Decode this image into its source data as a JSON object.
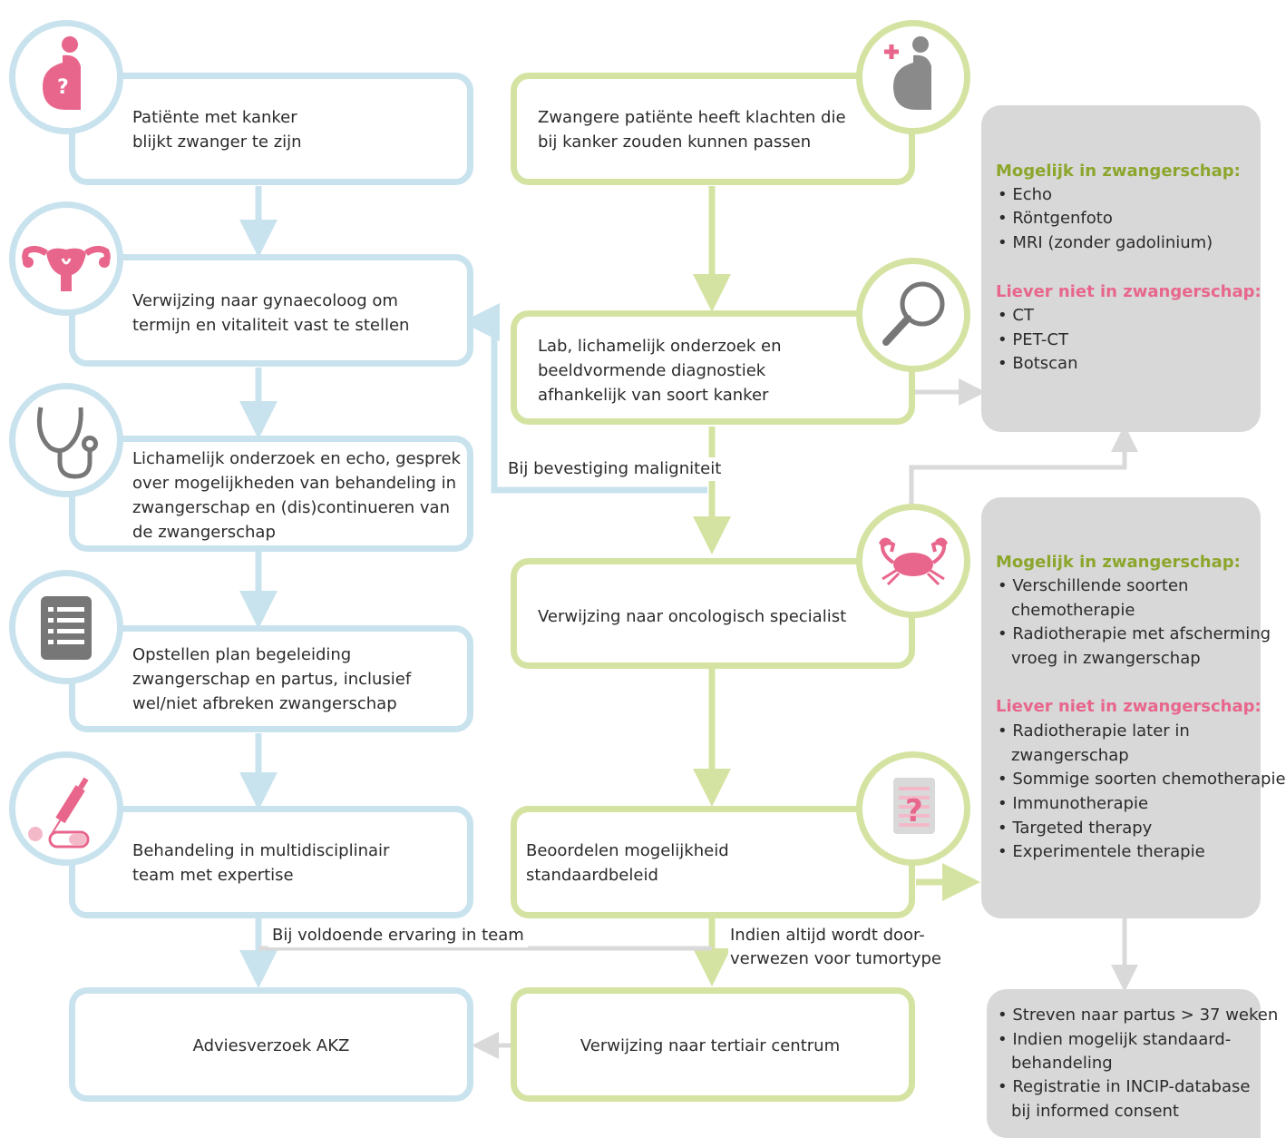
{
  "left_column": {
    "step1": [
      "Patiënte met kanker",
      "blijkt zwanger te zijn"
    ],
    "step2": [
      "Verwijzing naar gynaecoloog om",
      "termijn en vitaliteit vast te stellen"
    ],
    "step3": [
      "Lichamelijk onderzoek en echo, gesprek",
      "over mogelijkheden van behandeling in",
      "zwangerschap en (dis)continueren van",
      "de zwangerschap"
    ],
    "step4": [
      "Opstellen plan begeleiding",
      "zwangerschap en partus, inclusief",
      "wel/niet afbreken zwangerschap"
    ],
    "step5": [
      "Behandeling in multidisciplinair",
      "team met expertise"
    ],
    "final": "Adviesverzoek AKZ"
  },
  "middle_column": {
    "step1": [
      "Zwangere patiënte heeft klachten die",
      "bij kanker zouden kunnen passen"
    ],
    "step2": [
      "Lab, lichamelijk onderzoek en",
      "beeldvormende diagnostiek",
      "afhankelijk van soort kanker"
    ],
    "step3": [
      "Verwijzing naar oncologisch specialist"
    ],
    "step4": [
      "Beoordelen mogelijkheid",
      "standaardbeleid"
    ],
    "final": "Verwijzing naar tertiair centrum"
  },
  "edge_labels": {
    "malignity": "Bij bevestiging maligniteit",
    "team": "Bij voldoende ervaring in team",
    "always_referred": [
      "Indien altijd wordt door-",
      "verwezen voor tumortype"
    ]
  },
  "side_panel_1": {
    "possible_heading": "Mogelijk in zwangerschap:",
    "possible_items": [
      "Echo",
      "Röntgenfoto",
      "MRI (zonder gadolinium)"
    ],
    "rather_not_heading": "Liever niet in zwangerschap:",
    "rather_not_items": [
      "CT",
      "PET-CT",
      "Botscan"
    ]
  },
  "side_panel_2": {
    "possible_heading": "Mogelijk in zwangerschap:",
    "possible_items": [
      [
        "Verschillende soorten",
        "chemotherapie"
      ],
      [
        "Radiotherapie met afscherming",
        "vroeg in zwangerschap"
      ]
    ],
    "rather_not_heading": "Liever niet in zwangerschap:",
    "rather_not_items": [
      [
        "Radiotherapie later in",
        "zwangerschap"
      ],
      [
        "Sommige soorten chemotherapie"
      ],
      [
        "Immunotherapie"
      ],
      [
        "Targeted therapy"
      ],
      [
        "Experimentele therapie"
      ]
    ]
  },
  "side_panel_3": {
    "items": [
      [
        "Streven naar partus > 37 weken"
      ],
      [
        "Indien mogelijk standaard-",
        "behandeling"
      ],
      [
        "Registratie in INCIP-database",
        "bij informed consent"
      ]
    ]
  },
  "icons": [
    "pregnant-question-icon",
    "uterus-icon",
    "stethoscope-icon",
    "checklist-icon",
    "syringe-pill-icon",
    "pregnant-plus-icon",
    "magnifier-icon",
    "crab-icon",
    "question-document-icon"
  ],
  "colors": {
    "blue_border": "#c9e3ee",
    "green_border": "#d5e3a2",
    "panel_gray": "#d8d8d8",
    "accent_pink": "#e8668c",
    "accent_green": "#8ca62c",
    "icon_gray": "#777777"
  }
}
